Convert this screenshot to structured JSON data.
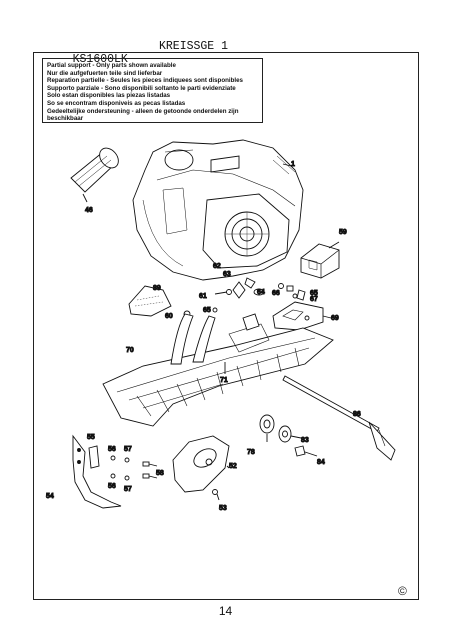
{
  "header": {
    "model": "KS1600LK",
    "title": "KREISSGE 1"
  },
  "notice_lines": [
    "Partial support - Only parts shown available",
    "Nur die aufgefuerten teile sind lieferbar",
    "Reparation partielle - Seules les pieces indiquees sont disponibles",
    "Supporto parziale - Sono disponibili soltanto le parti evidenziate",
    "Solo estan disponibles las piezas listadas",
    "So se encontram disponiveis as pecas listadas",
    "Gedeeltelijke ondersteuning - alleen de getoonde onderdelen zijn beschikbaar"
  ],
  "callouts": {
    "c1": "1",
    "c46": "46",
    "c59": "59",
    "c62": "62",
    "c63": "63",
    "c64": "64",
    "c66": "66",
    "c65a": "65",
    "c65b": "65",
    "c67": "67",
    "c89": "89",
    "c61": "61",
    "c60": "60",
    "c69": "69",
    "c70": "70",
    "c71": "71",
    "c86": "86",
    "c55": "55",
    "c56a": "56",
    "c57a": "57",
    "c56b": "56",
    "c57b": "57",
    "c58": "58",
    "c54": "54",
    "c52": "52",
    "c53": "53",
    "c78": "78",
    "c83": "83",
    "c84": "84"
  },
  "copyright_symbol": "©",
  "page_number": "14"
}
